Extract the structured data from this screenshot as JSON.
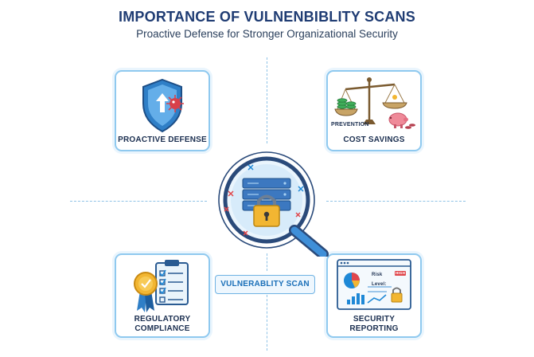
{
  "title": "IMPORTANCE OF VULNENBIBLITY SCANS",
  "subtitle": "Proactive Defense for Stronger Organizational Security",
  "center_label": "VULNERABLITY SCAN",
  "cards": {
    "proactive_defense": {
      "label": "PROACTIVE DEFENSE",
      "icon": "shield-upload-icon"
    },
    "cost_savings": {
      "label": "COST SAVINGS",
      "scale_label": "PREVENTION",
      "icon": "balance-scale-icon"
    },
    "regulatory_compliance": {
      "label_line1": "REGULATORY",
      "label_line2": "COMPLIANCE",
      "icon": "clipboard-checklist-icon"
    },
    "security_reporting": {
      "label_line1": "SECURITY",
      "label_line2": "REPORTING",
      "risk_label": "Risk Level:",
      "risk_badge": "HIGH",
      "icon": "report-dashboard-icon"
    }
  },
  "colors": {
    "accent": "#1e88d6",
    "title": "#1f3c73",
    "risk": "#e0474c",
    "success": "#3fae5a",
    "gold": "#f2b632"
  }
}
